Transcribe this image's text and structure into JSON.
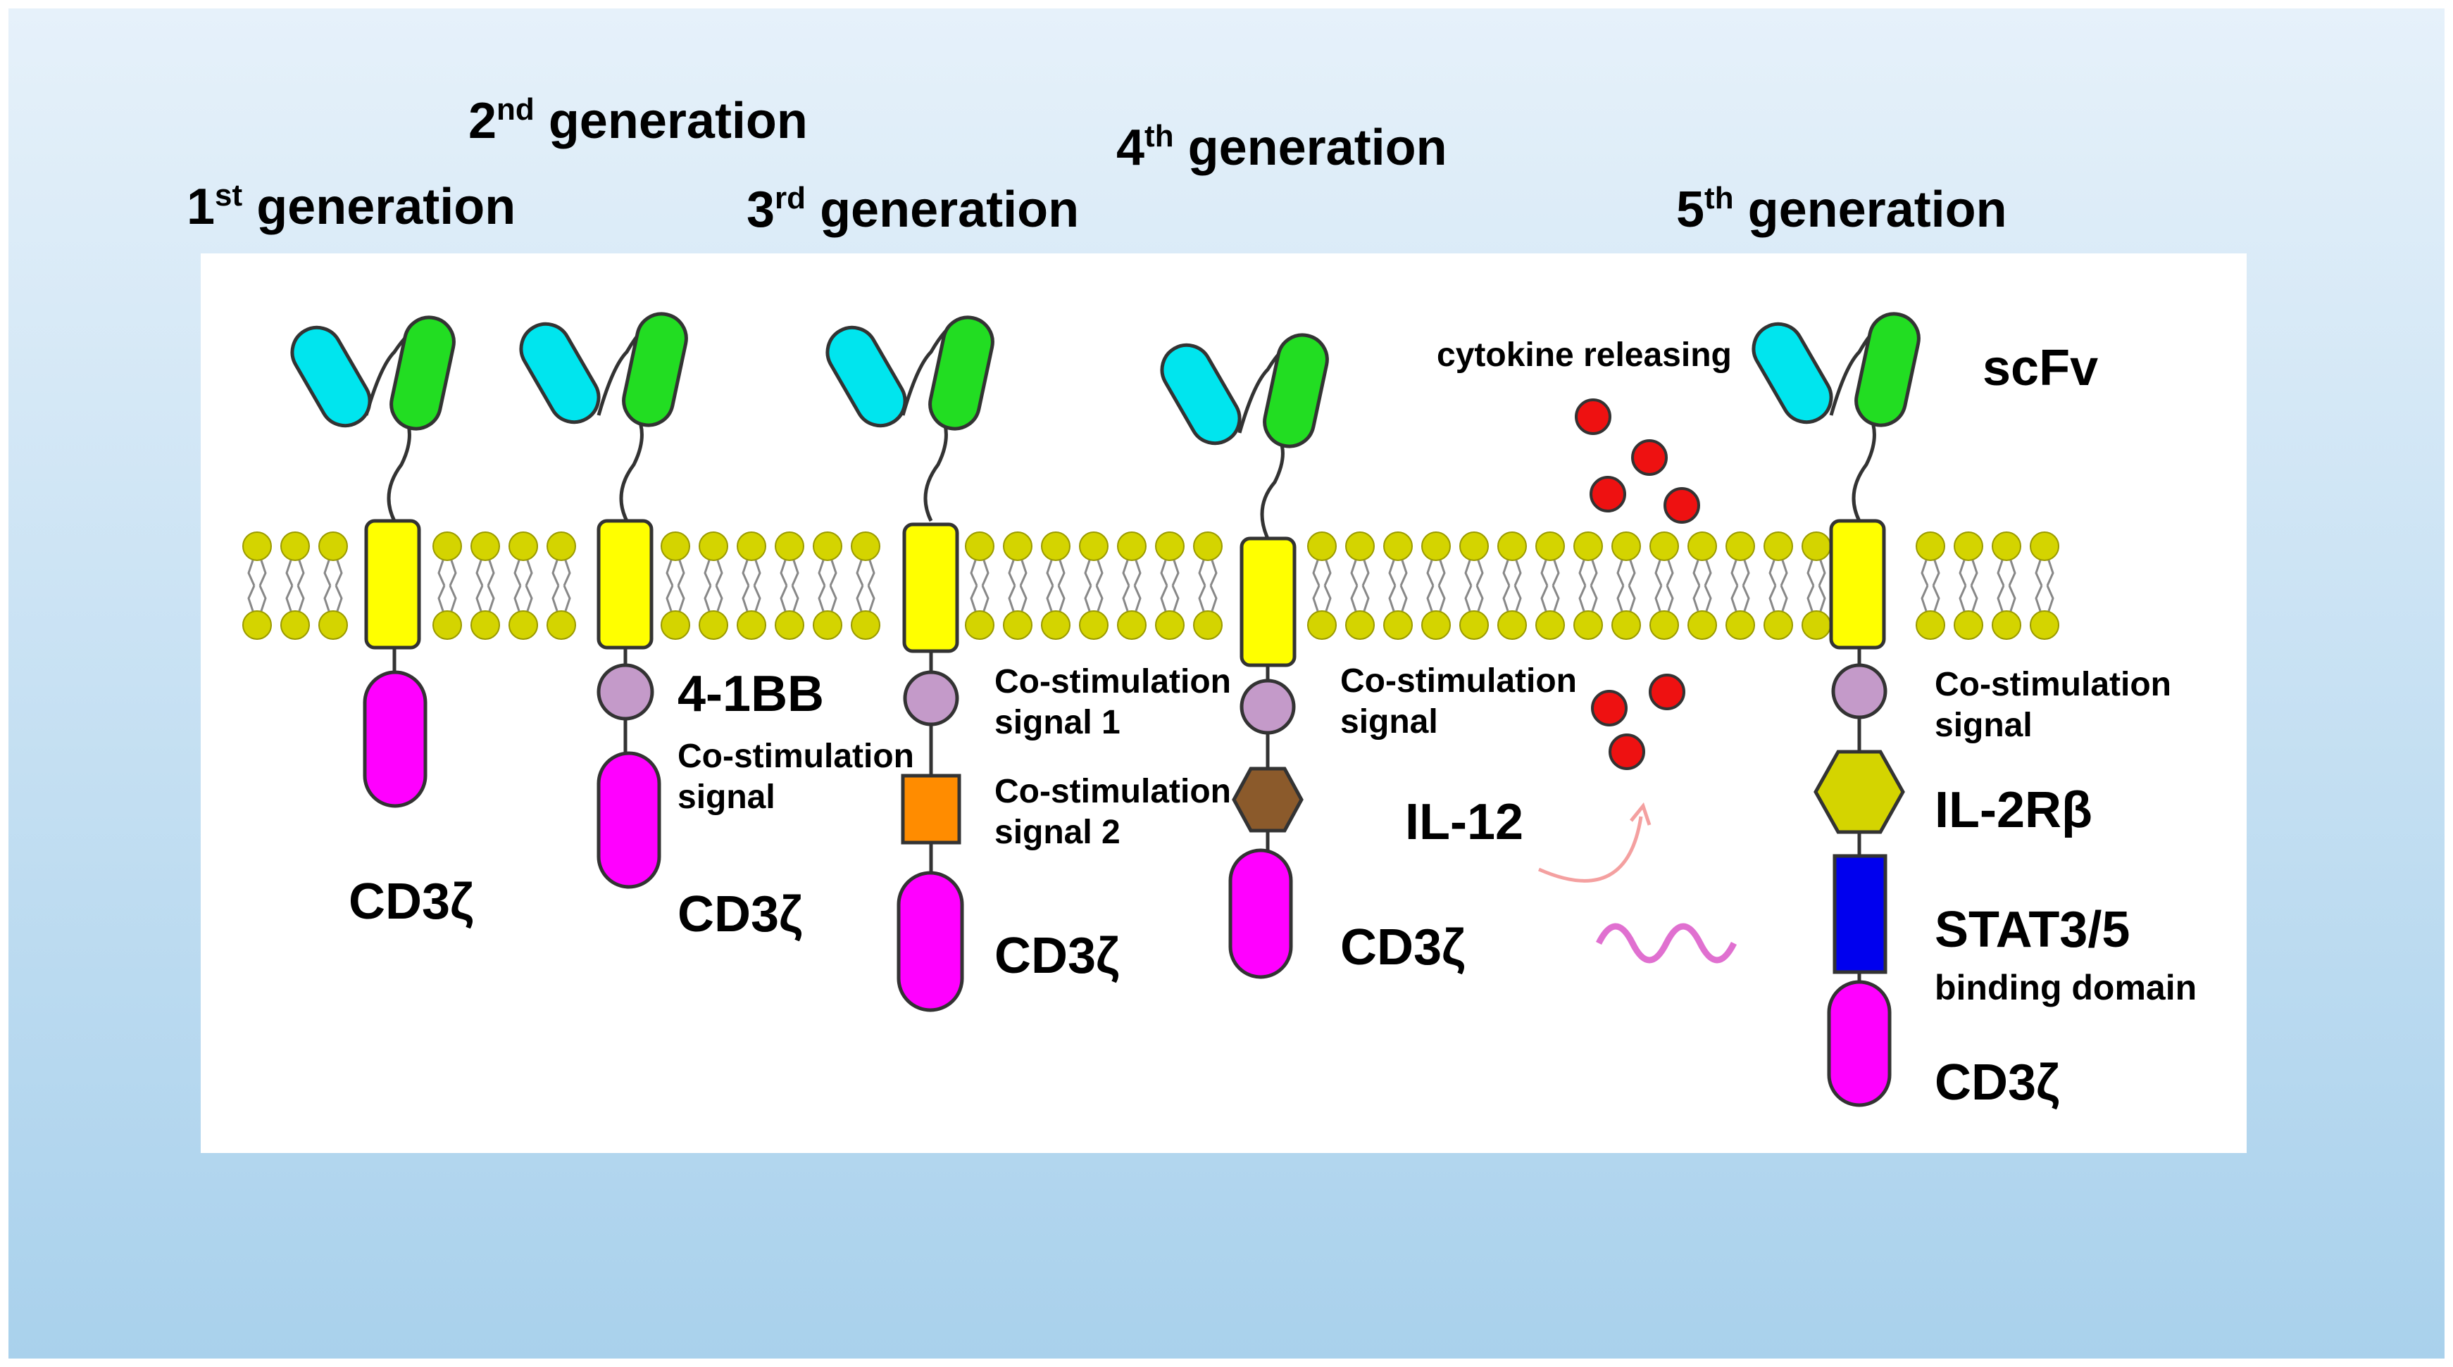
{
  "generations": [
    {
      "num": "1",
      "sup": "st",
      "word": "generation"
    },
    {
      "num": "2",
      "sup": "nd",
      "word": "generation"
    },
    {
      "num": "3",
      "sup": "rd",
      "word": "generation"
    },
    {
      "num": "4",
      "sup": "th",
      "word": "generation"
    },
    {
      "num": "5",
      "sup": "th",
      "word": "generation"
    }
  ],
  "labels": {
    "scfv": "scFv",
    "cytokine_releasing": "cytokine releasing",
    "il12": "IL-12",
    "cd3z": "CD3ζ",
    "gen2_costim_name": "4-1BB",
    "gen2_costim_line1": "Co-stimulation",
    "gen2_costim_line2": "signal",
    "gen3_sig1_line1": "Co-stimulation",
    "gen3_sig1_line2": "signal 1",
    "gen3_sig2_line1": "Co-stimulation",
    "gen3_sig2_line2": "signal 2",
    "gen4_costim_line1": "Co-stimulation",
    "gen4_costim_line2": "signal",
    "gen5_costim_line1": "Co-stimulation",
    "gen5_costim_line2": "signal",
    "il2rb": "IL-2Rβ",
    "stat_line1": "STAT3/5",
    "stat_line2": "binding domain"
  },
  "colors": {
    "vl_domain": "#00e5ee",
    "vh_domain": "#22dd22",
    "transmembrane": "#ffff00",
    "cd3z": "#ff00ff",
    "costim_circle": "#c49ac9",
    "costim_square": "#ff8c00",
    "hexagon_gen4": "#8b5a2b",
    "hexagon_il2rb": "#d4d400",
    "stat_box": "#0000ee",
    "cytokine": "#ee1111",
    "lipid_head": "#d4d400",
    "wave": "#e070d0"
  }
}
